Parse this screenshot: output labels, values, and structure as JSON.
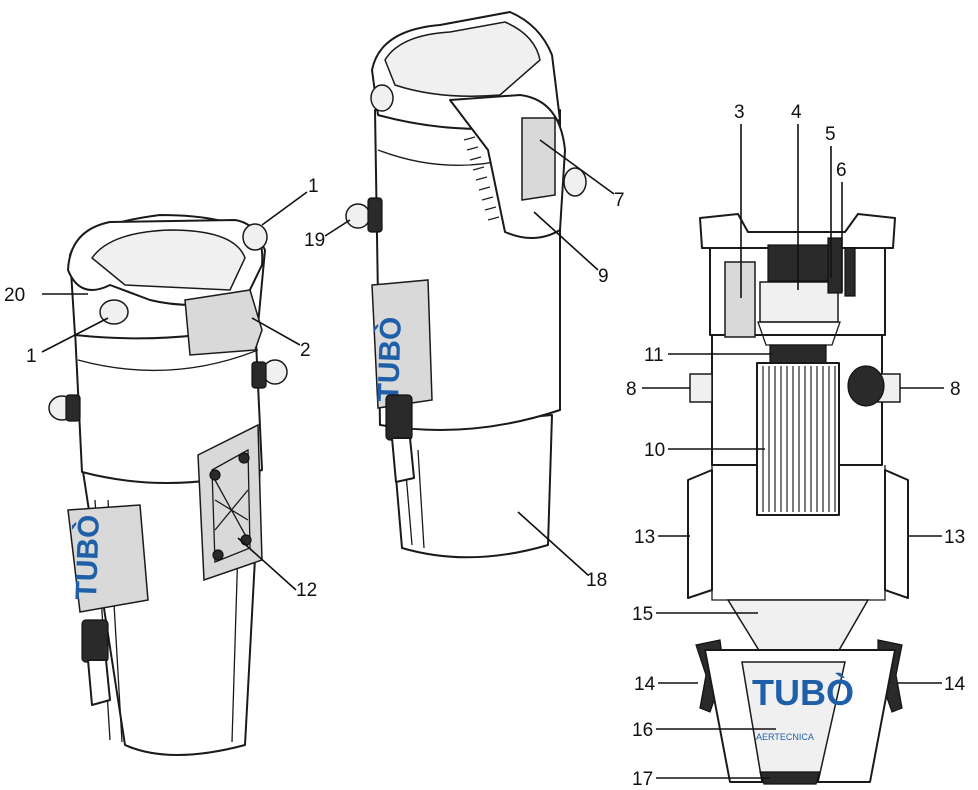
{
  "brand": {
    "logo": "TUBÒ",
    "bag_logo": "TUBÒ",
    "bag_maker": "AERTECNICA",
    "logo_color": "#1f5fa8"
  },
  "callouts": {
    "c1a": "1",
    "c1b": "1",
    "c2": "2",
    "c3": "3",
    "c4": "4",
    "c5": "5",
    "c6": "6",
    "c7": "7",
    "c8a": "8",
    "c8b": "8",
    "c9": "9",
    "c10": "10",
    "c11": "11",
    "c12": "12",
    "c13a": "13",
    "c13b": "13",
    "c14a": "14",
    "c14b": "14",
    "c15": "15",
    "c16": "16",
    "c17": "17",
    "c18": "18",
    "c19": "19",
    "c20": "20"
  }
}
